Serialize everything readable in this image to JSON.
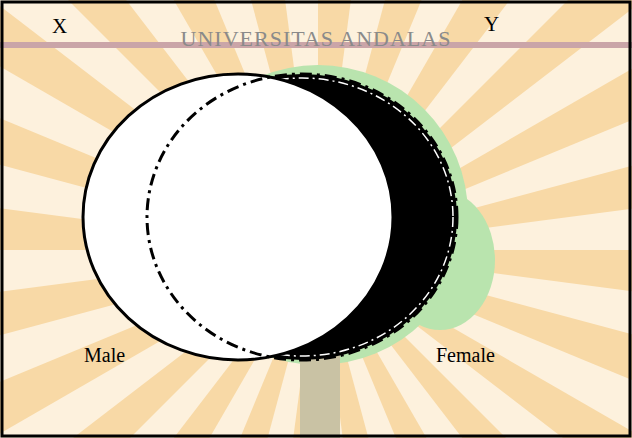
{
  "diagram": {
    "labels": [
      "X",
      "UNIVERSITAS ANDALAS",
      "Y",
      "Male",
      "Female"
    ]
  }
}
